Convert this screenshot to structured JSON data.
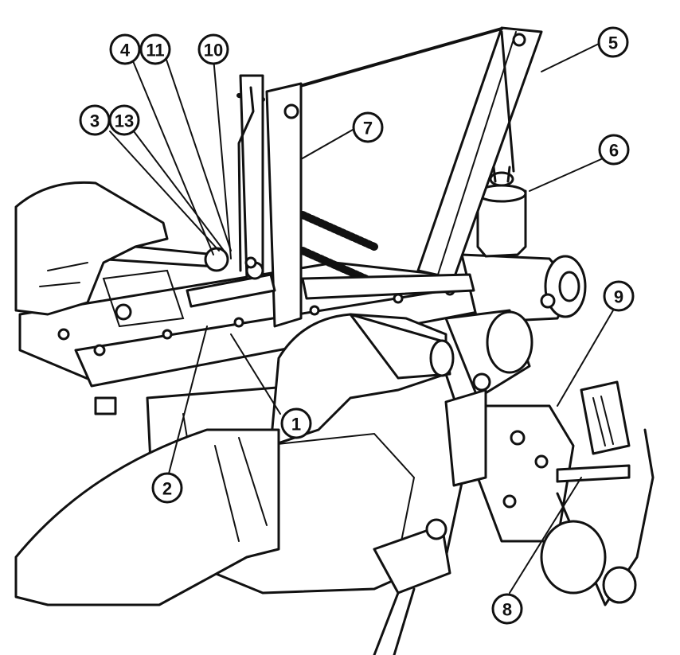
{
  "figure": {
    "callouts": [
      {
        "id": "c1",
        "label": "1"
      },
      {
        "id": "c2",
        "label": "2"
      },
      {
        "id": "c3",
        "label": "3"
      },
      {
        "id": "c13",
        "label": "13"
      },
      {
        "id": "c4",
        "label": "4"
      },
      {
        "id": "c11",
        "label": "11"
      },
      {
        "id": "c10",
        "label": "10"
      },
      {
        "id": "c7",
        "label": "7"
      },
      {
        "id": "c5",
        "label": "5"
      },
      {
        "id": "c6",
        "label": "6"
      },
      {
        "id": "c9",
        "label": "9"
      },
      {
        "id": "c8",
        "label": "8"
      }
    ]
  }
}
